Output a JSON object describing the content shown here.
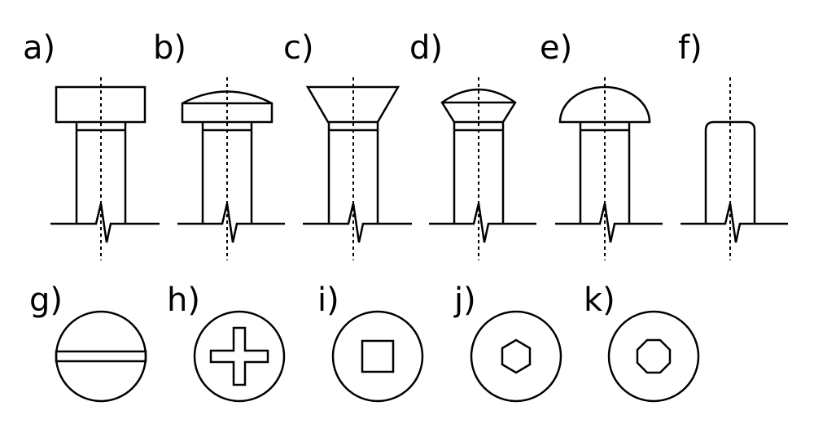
{
  "colors": {
    "stroke": "#000000",
    "background": "#ffffff"
  },
  "labels": {
    "a": "a)",
    "b": "b)",
    "c": "c)",
    "d": "d)",
    "e": "e)",
    "f": "f)",
    "g": "g)",
    "h": "h)",
    "i": "i)",
    "j": "j)",
    "k": "k)"
  }
}
